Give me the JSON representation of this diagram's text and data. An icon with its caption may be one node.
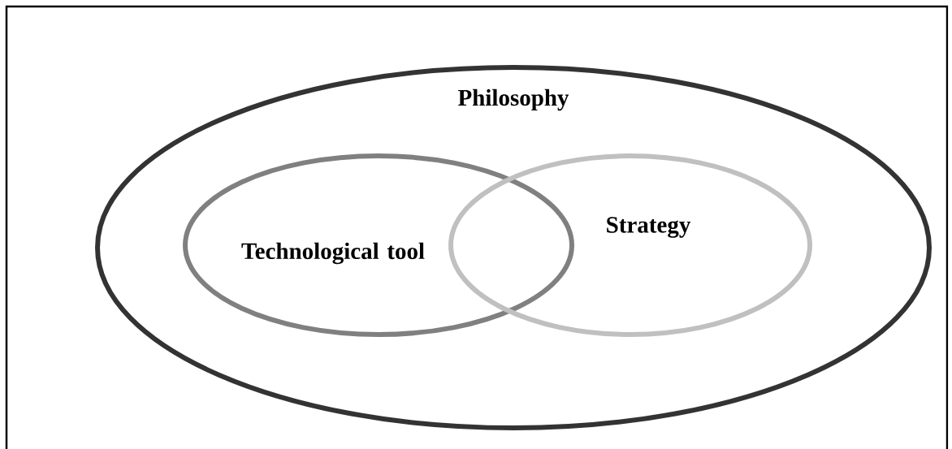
{
  "diagram": {
    "nodes": [
      {
        "text": [
          "Philosophy"
        ]
      },
      {
        "text": [
          "Technological tool"
        ],
        "in": 0
      },
      {
        "text": [
          "Strategy"
        ],
        "in": 0
      }
    ]
  }
}
